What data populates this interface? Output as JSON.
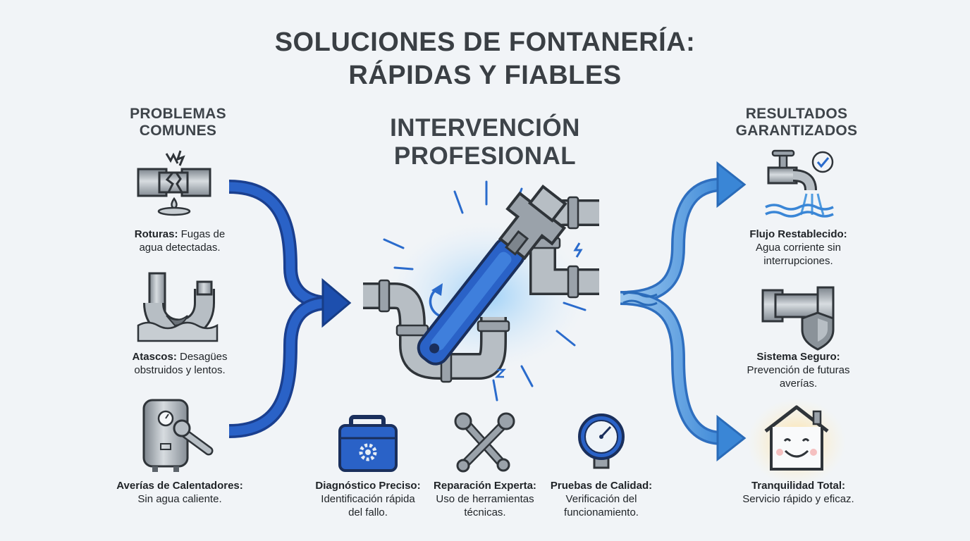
{
  "title": {
    "line1": "SOLUCIONES DE FONTANERÍA:",
    "line2": "RÁPIDAS Y FIABLES"
  },
  "left": {
    "heading_line1": "PROBLEMAS",
    "heading_line2": "COMUNES",
    "items": [
      {
        "label": "Roturas:",
        "text1": "Fugas de",
        "text2": "agua detectadas.",
        "icon": "broken-pipe-icon"
      },
      {
        "label": "Atascos:",
        "text1": "Desagües",
        "text2": "obstruidos y lentos.",
        "icon": "clogged-drain-icon"
      },
      {
        "label": "Averías de Calentadores:",
        "text1": "Sin agua caliente.",
        "text2": "",
        "icon": "water-heater-icon"
      }
    ]
  },
  "center": {
    "heading_line1": "INTERVENCIÓN",
    "heading_line2": "PROFESIONAL",
    "items": [
      {
        "label": "Diagnóstico Preciso:",
        "text1": "Identificación rápida",
        "text2": "del fallo.",
        "icon": "toolbox-icon"
      },
      {
        "label": "Reparación Experta:",
        "text1": "Uso de herramientas",
        "text2": "técnicas.",
        "icon": "wrenches-icon"
      },
      {
        "label": "Pruebas de Calidad:",
        "text1": "Verificación del",
        "text2": "funcionamiento.",
        "icon": "pressure-gauge-icon"
      }
    ]
  },
  "right": {
    "heading_line1": "RESULTADOS",
    "heading_line2": "GARANTIZADOS",
    "items": [
      {
        "label": "Flujo Restablecido:",
        "text1": "Agua corriente sin",
        "text2": "interrupciones.",
        "icon": "faucet-check-icon"
      },
      {
        "label": "Sistema Seguro:",
        "text1": "Prevención de futuras",
        "text2": "averías.",
        "icon": "pipe-shield-icon"
      },
      {
        "label": "Tranquilidad Total:",
        "text1": "Servicio rápido y eficaz.",
        "text2": "",
        "icon": "happy-house-icon"
      }
    ]
  },
  "colors": {
    "dark_blue": "#1d4fae",
    "light_blue": "#4f9be0",
    "pipe_gray": "#9aa2aa",
    "text_dark": "#2f3439"
  }
}
